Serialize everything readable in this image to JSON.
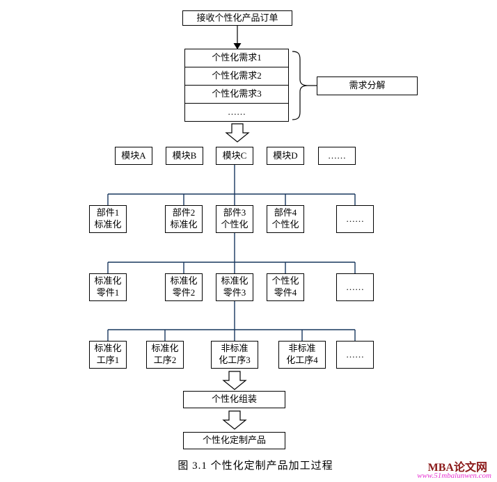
{
  "flow": {
    "order_box": "接收个性化产品订单",
    "requirements": [
      "个性化需求1",
      "个性化需求2",
      "个性化需求3",
      "……"
    ],
    "decompose_label": "需求分解",
    "modules": [
      "模块A",
      "模块B",
      "模块C",
      "模块D",
      "……"
    ],
    "components": [
      "部件1\n标准化",
      "部件2\n标准化",
      "部件3\n个性化",
      "部件4\n个性化",
      "……"
    ],
    "parts": [
      "标准化\n零件1",
      "标准化\n零件2",
      "标准化\n零件3",
      "个性化\n零件4",
      "……"
    ],
    "processes": [
      "标准化\n工序1",
      "标准化\n工序2",
      "非标准\n化工序3",
      "非标准\n化工序4",
      "……"
    ],
    "assembly_box": "个性化组装",
    "product_box": "个性化定制产品"
  },
  "caption": "图 3.1 个性化定制产品加工过程",
  "watermark": {
    "site_name": "MBA论文网",
    "url": "www.51mbalunwen.com"
  },
  "colors": {
    "connector": "#17365d",
    "box_border": "#000000",
    "watermark_name": "#8b1a1a",
    "watermark_url": "#e835d2"
  }
}
